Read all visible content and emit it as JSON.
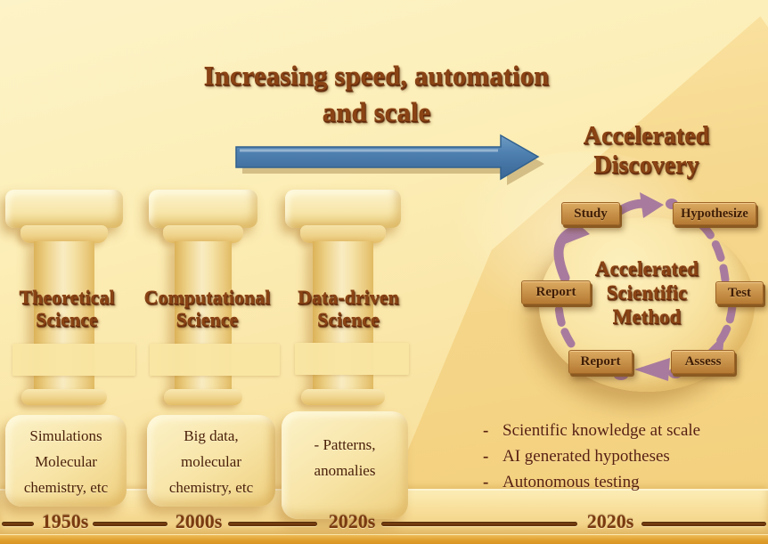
{
  "title": {
    "line1": "Increasing speed, automation",
    "line2": "and scale"
  },
  "accelerated_discovery": {
    "line1": "Accelerated",
    "line2": "Discovery"
  },
  "cycle": {
    "center_line1": "Accelerated",
    "center_line2": "Scientific",
    "center_line3": "Method",
    "steps": [
      {
        "label": "Study"
      },
      {
        "label": "Hypothesize"
      },
      {
        "label": "Test"
      },
      {
        "label": "Assess"
      },
      {
        "label": "Report"
      },
      {
        "label": "Report"
      }
    ]
  },
  "pillars": [
    {
      "title_line1": "Theoretical",
      "title_line2": "Science",
      "box_lines": [
        "Simulations",
        "Molecular",
        "chemistry, etc"
      ]
    },
    {
      "title_line1": "Computational",
      "title_line2": "Science",
      "box_lines": [
        "Big data,",
        "molecular",
        "chemistry, etc"
      ]
    },
    {
      "title_line1": "Data-driven",
      "title_line2": "Science",
      "box_lines": [
        "- Patterns,",
        "anomalies"
      ]
    }
  ],
  "bullets": [
    {
      "marker": "-",
      "text": "Scientific knowledge at scale"
    },
    {
      "marker": "-",
      "text": "AI generated hypotheses"
    },
    {
      "marker": "-",
      "text": "Autonomous testing"
    }
  ],
  "timeline": {
    "labels": [
      "1950s",
      "2000s",
      "2020s",
      "2020s"
    ]
  },
  "colors": {
    "arrow_blue": "#4c7dad",
    "cycle_arrow_mauve": "#a87b9e",
    "plaque_wood": "#c68f47",
    "heading_brown": "#8a4314",
    "background_cream": "#fceeb5",
    "background_gold": "#f5d688",
    "timeline_dash_brown": "#6e3a10"
  }
}
